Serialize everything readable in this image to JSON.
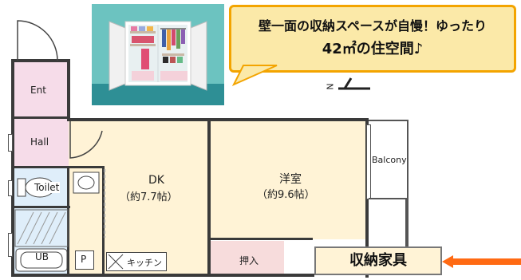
{
  "banner": {
    "line1": "壁一面の収納スペースが自慢！ゆったり",
    "line2": "42㎡の住空間♪"
  },
  "rooms": {
    "ent": "Ent",
    "hall": "Hall",
    "toilet": "Toilet",
    "ub": "UB",
    "p": "P",
    "kitchen": "キッチン",
    "dk_name": "DK",
    "dk_size": "（約7.7帖）",
    "western_name": "洋室",
    "western_size": "（約9.6帖）",
    "closet": "押入",
    "balcony": "Balcony"
  },
  "storage_label": "収納家具",
  "compass": {
    "letter": "N"
  },
  "colors": {
    "plan_fill": "#fff3d6",
    "wet_fill": "#dfeefa",
    "ent_fill": "#f6dce9",
    "closet_fill": "#f7dcdc",
    "banner_border": "#f3a400",
    "arrow": "#ff6a13"
  }
}
